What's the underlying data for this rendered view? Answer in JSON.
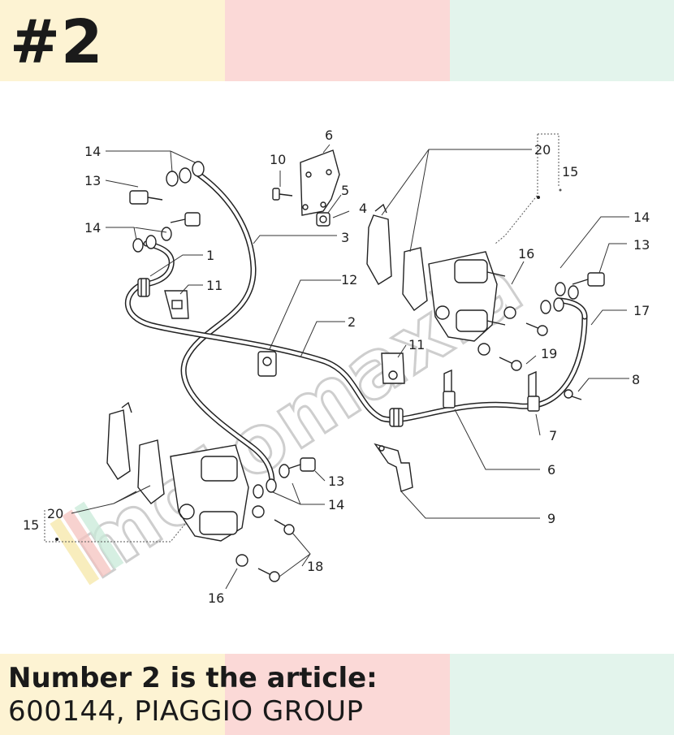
{
  "badge": {
    "text": "#2"
  },
  "caption": {
    "line1": "Number 2 is the article:",
    "line2": "600144, PIAGGIO GROUP"
  },
  "watermark": {
    "text": "motomaxia"
  },
  "colors": {
    "band_yellow": "#fdf3d3",
    "band_pink": "#fbd9d7",
    "band_mint": "#e3f4ec",
    "text_dark": "#1a1a1a",
    "watermark_gray": "#c9c9c9"
  },
  "diagram": {
    "callouts": [
      "1",
      "2",
      "3",
      "4",
      "5",
      "6",
      "6",
      "7",
      "8",
      "9",
      "10",
      "11",
      "11",
      "12",
      "13",
      "13",
      "13",
      "14",
      "14",
      "14",
      "14",
      "15",
      "15",
      "16",
      "16",
      "17",
      "18",
      "19",
      "20",
      "20"
    ]
  }
}
